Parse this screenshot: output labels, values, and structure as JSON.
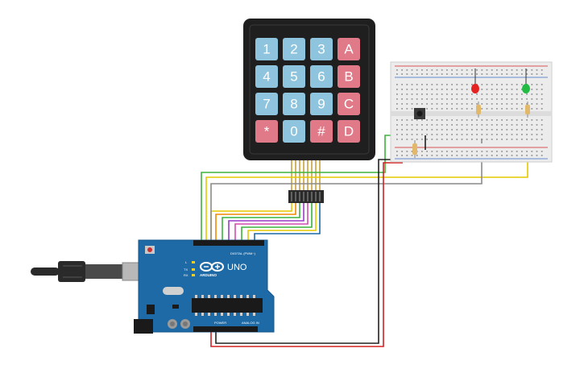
{
  "keypad": {
    "keys": [
      [
        "1",
        "2",
        "3",
        "A"
      ],
      [
        "4",
        "5",
        "6",
        "B"
      ],
      [
        "7",
        "8",
        "9",
        "C"
      ],
      [
        "*",
        "0",
        "#",
        "D"
      ]
    ]
  },
  "arduino": {
    "brand": "ARDUINO",
    "model": "UNO",
    "digital_label": "DIGITAL (PWM~)",
    "power_label": "POWER",
    "analog_label": "ANALOG IN",
    "tx_label": "TX",
    "rx_label": "RX",
    "l_label": "L"
  },
  "breadboard": {
    "led_colors": [
      "#e52222",
      "#22bb44"
    ]
  },
  "colors": {
    "wire_green": "#3cb43c",
    "wire_yellow": "#e6c800",
    "wire_gray": "#8a8a8a",
    "wire_red": "#d42020",
    "wire_black": "#222222",
    "wire_orange": "#f08a00",
    "wire_purple": "#9a3cc8",
    "board_blue": "#1e6aa6",
    "keypad_black": "#1f1f1f",
    "key_blue": "#8fc4de",
    "key_red": "#e07a88"
  }
}
